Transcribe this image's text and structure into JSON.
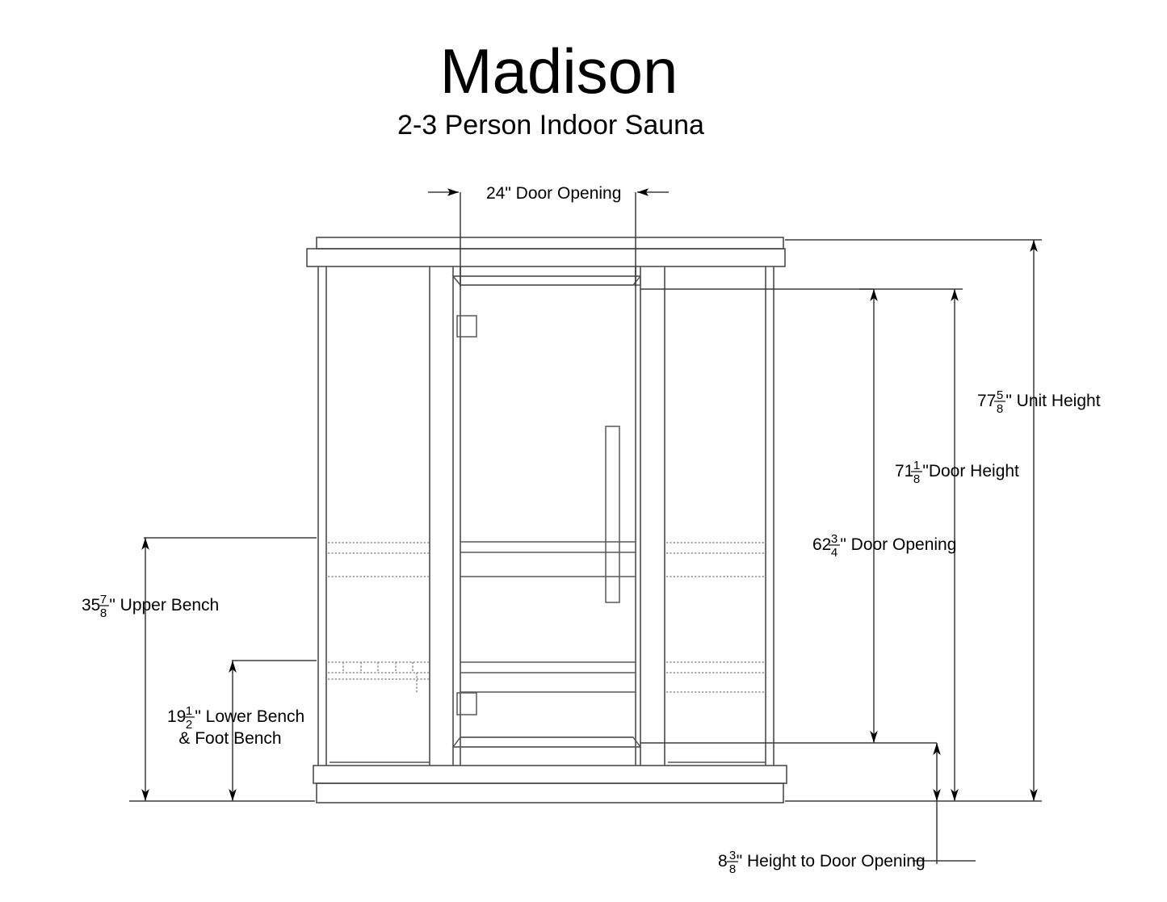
{
  "title": {
    "main": "Madison",
    "subtitle": "2-3 Person Indoor Sauna"
  },
  "dimensions": {
    "door_opening_width": {
      "whole": "24",
      "num": "",
      "den": "",
      "unit": "\"",
      "label": " Door Opening",
      "full_text": "24\" Door Opening"
    },
    "unit_height": {
      "whole": "77",
      "num": "5",
      "den": "8",
      "unit": "\"",
      "label": " Unit Height",
      "full_text": "77 5/8\" Unit Height"
    },
    "door_height": {
      "whole": "71",
      "num": "1",
      "den": "8",
      "unit": "\"",
      "label": "Door Height",
      "full_text": "71 1/8\"Door Height"
    },
    "door_opening_height": {
      "whole": "62",
      "num": "3",
      "den": "4",
      "unit": "\"",
      "label": " Door Opening",
      "full_text": "62 3/4\" Door Opening"
    },
    "upper_bench": {
      "whole": "35",
      "num": "7",
      "den": "8",
      "unit": "\"",
      "label": " Upper Bench",
      "full_text": "35 7/8\" Upper Bench"
    },
    "lower_bench": {
      "whole": "19",
      "num": "1",
      "den": "2",
      "unit": "\"",
      "label": " Lower Bench",
      "label_line2": "& Foot Bench",
      "full_text": "19 1/2\" Lower Bench & Foot Bench"
    },
    "height_to_door_opening": {
      "whole": "8",
      "num": "3",
      "den": "8",
      "unit": "\"",
      "label": " Height to Door Opening",
      "full_text": "8 3/8\" Height to Door Opening"
    }
  },
  "colors": {
    "object_line": "#4c4c4c",
    "hidden_line": "#8c8c8c",
    "dimension_line": "#3b3b3b",
    "text": "#000000",
    "background": "#ffffff"
  },
  "parts": {
    "top_cap": "top-cap",
    "base": "base",
    "left_panel": "left-side-panel",
    "right_panel": "right-side-panel",
    "door": "glass-door",
    "door_handle": "door-handle",
    "hinge_upper": "upper-hinge",
    "hinge_lower": "lower-hinge",
    "upper_bench": "upper-bench",
    "lower_bench": "lower-bench",
    "foot_bench": "foot-bench"
  }
}
